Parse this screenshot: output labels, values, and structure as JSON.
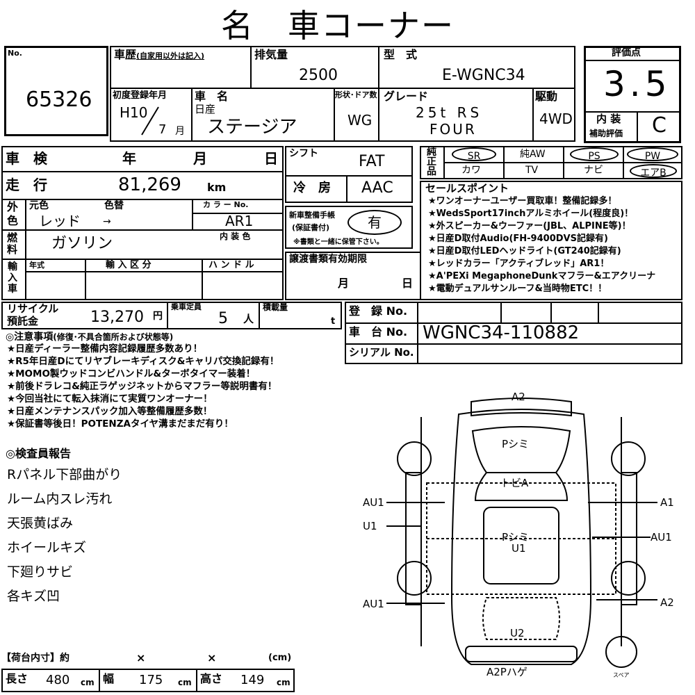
{
  "title": "名　車コーナー",
  "lot_no_label": "No.",
  "lot_no": "65326",
  "history": {
    "label": "車歴",
    "note": "(自家用以外は記入)"
  },
  "displacement": {
    "label": "排気量",
    "value": "2500"
  },
  "model": {
    "label": "型　式",
    "value": "E-WGNC34"
  },
  "score": {
    "label": "評価点",
    "value": "3.5",
    "interior_label": "内 装",
    "interior_sub": "補助評価",
    "interior_value": "C"
  },
  "first_reg": {
    "label": "初度登録年月",
    "year": "H10",
    "month": "7",
    "month_unit": "月"
  },
  "car_name": {
    "label": "車　名",
    "maker": "日産",
    "value": "ステージア"
  },
  "body": {
    "label": "形状･ドア数",
    "value": "WG"
  },
  "grade": {
    "label": "グレード",
    "line1": "25t RS",
    "line2": "FOUR"
  },
  "drive": {
    "label": "駆動",
    "value": "4WD"
  },
  "inspection": {
    "label": "車　検",
    "y": "年",
    "m": "月",
    "d": "日"
  },
  "mileage": {
    "label": "走　行",
    "value": "81,269",
    "unit": "km"
  },
  "color": {
    "side_label_1": "外",
    "side_label_2": "色",
    "orig_label": "元色",
    "change_label": "色替",
    "value": "レッド",
    "arrow": "→",
    "code_label": "カ ラ ー No.",
    "code": "AR1"
  },
  "fuel": {
    "side_label": "燃料",
    "value": "ガソリン",
    "interior_color_label": "内 装 色"
  },
  "import": {
    "side_label": "輸入車",
    "year_label": "年式",
    "class_label": "輸 入 区 分",
    "handle_label": "ハ ン ド ル"
  },
  "recycle": {
    "label1": "リサイクル",
    "label2": "預託金",
    "value": "13,270",
    "unit": "円"
  },
  "capacity": {
    "label": "乗車定員",
    "value": "5",
    "unit": "人"
  },
  "load": {
    "label": "積載量",
    "unit": "t"
  },
  "shift": {
    "label": "シフト",
    "value": "FAT"
  },
  "aircon": {
    "label": "冷　房",
    "value": "AAC"
  },
  "manual": {
    "label1": "新車整備手帳",
    "label2": "(保証書付)",
    "value": "有",
    "note": "※書類と一緒に保管下さい。"
  },
  "transfer": {
    "label": "譲渡書類有効期限",
    "m": "月",
    "d": "日"
  },
  "equipment": {
    "side_label": "純正品",
    "items": [
      "SR",
      "純AW",
      "PS",
      "PW",
      "カワ",
      "TV",
      "ナビ",
      "エアB"
    ]
  },
  "sales_points": {
    "label": "セールスポイント",
    "items": [
      "★ワンオーナーユーザー買取車！整備記録多！",
      "★WedsSport17inchアルミホイール(程度良)！",
      "★外スピーカー&ウーファー(JBL、ALPINE等)！",
      "★日産D取付Audio(FH-9400DVS記録有)",
      "★日産D取付LEDヘッドライト(GT240記録有)",
      "★レッドカラー「アクティブレッド」AR1！",
      "★A'PEXi MegaphoneDunkマフラー&エアクリーナ",
      "★電動デュアルサンルーフ&当時物ETC！！"
    ]
  },
  "registration": {
    "reg_label": "登　録 No.",
    "chassis_label": "車　台 No.",
    "chassis": "WGNC34-110882",
    "serial_label": "シリアル No."
  },
  "notes": {
    "heading": "◎注意事項",
    "sub": "(修復･不具合箇所および状態等)",
    "items": [
      "★日産ディーラー整備内容記録履歴多数あり！",
      "★R5年日産Dにてリヤブレーキディスク&キャリパ交換記録有！",
      "★MOMO製ウッドコンビハンドル&ターボタイマー装着！",
      "★前後ドラレコ&純正ラゲッジネットからマフラー等説明書有！",
      "★今回当社にて転入抹消にて実質ワンオーナー！",
      "★日産メンテナンスパック加入等整備履歴多数！",
      "★保証書等後日！POTENZAタイヤ溝まだまだ有り！"
    ]
  },
  "inspector": {
    "heading": "◎検査員報告",
    "items": [
      "Rパネル下部曲がり",
      "ルーム内スレ汚れ",
      "天張黄ばみ",
      "ホイールキズ",
      "下廻りサビ",
      "各キズ凹"
    ]
  },
  "diagram": {
    "front": "A2",
    "hood": "Pシミ",
    "roof_front": "トビA",
    "roof": "Pシミ",
    "roof_2": "U1",
    "left_front_door": "AU1",
    "left_rear_door": "U1",
    "left_rear": "AU1",
    "right_front_door": "A1",
    "right_rear_door": "AU1",
    "right_rear": "A2",
    "rear": "U2",
    "rear_bottom": "A2Pハゲ",
    "spare": "スペア"
  },
  "cargo": {
    "heading": "【荷台内寸】約",
    "x1": "×",
    "x2": "×",
    "unit_paren": "(cm)",
    "length_label": "長さ",
    "length": "480",
    "width_label": "幅",
    "width": "175",
    "height_label": "高さ",
    "height": "149",
    "unit": "cm"
  }
}
